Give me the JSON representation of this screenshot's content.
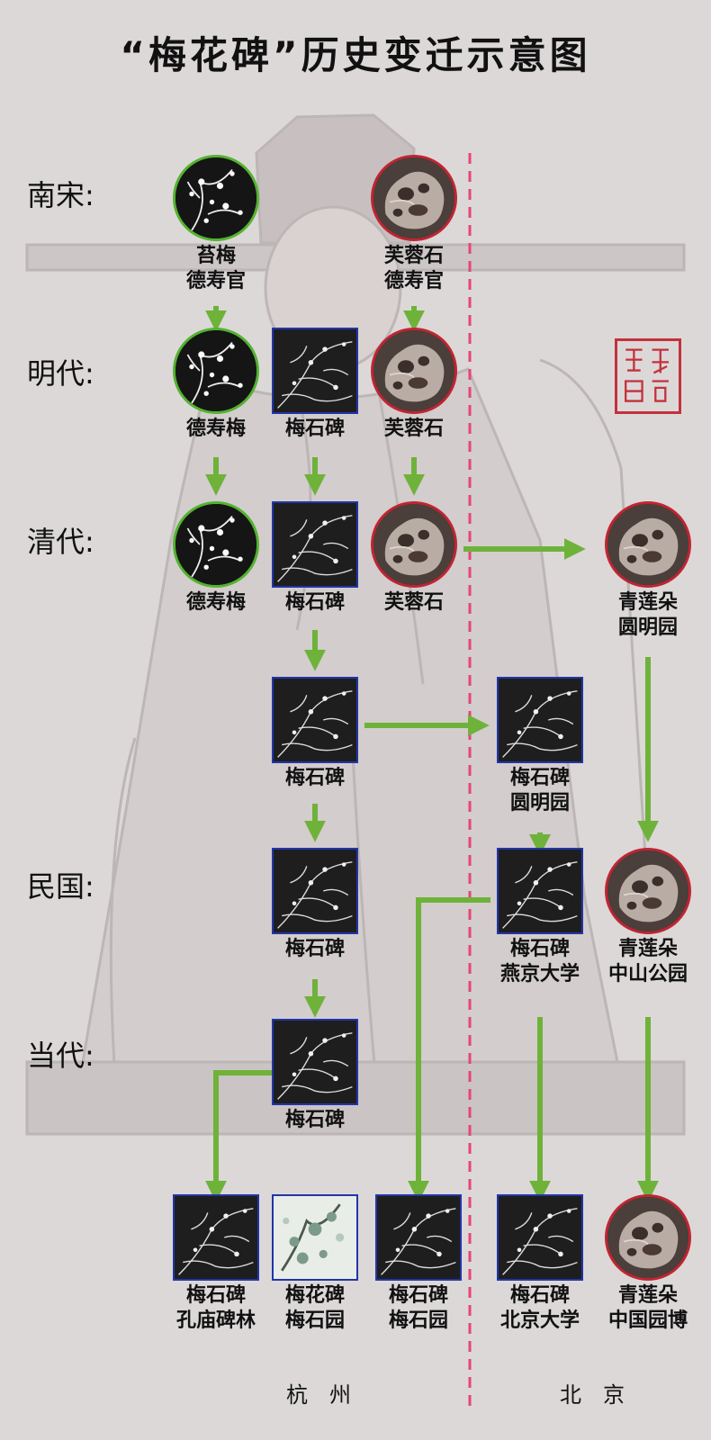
{
  "title": "“梅花碑”历史变迁示意图",
  "colors": {
    "arrow": "#6fb23a",
    "divider": "#e8447a",
    "plum_ring": "#53b32f",
    "rock_ring": "#c12432",
    "stele_border": "#2235a8",
    "seal": "#c4313b"
  },
  "eras": [
    "南宋:",
    "明代:",
    "清代:",
    "民国:",
    "当代:"
  ],
  "nodes": [
    {
      "kind": "plum-circle",
      "line1": "苔梅",
      "line2": "德寿官"
    },
    {
      "kind": "rock-circle",
      "line1": "芙蓉石",
      "line2": "德寿官"
    },
    {
      "kind": "plum-circle",
      "line1": "德寿梅",
      "line2": ""
    },
    {
      "kind": "stele-square",
      "line1": "梅石碑",
      "line2": ""
    },
    {
      "kind": "rock-circle",
      "line1": "芙蓉石",
      "line2": ""
    },
    {
      "kind": "plum-circle",
      "line1": "德寿梅",
      "line2": ""
    },
    {
      "kind": "stele-square",
      "line1": "梅石碑",
      "line2": ""
    },
    {
      "kind": "rock-circle",
      "line1": "芙蓉石",
      "line2": ""
    },
    {
      "kind": "rock-circle",
      "line1": "青莲朵",
      "line2": "圆明园"
    },
    {
      "kind": "stele-square",
      "line1": "梅石碑",
      "line2": ""
    },
    {
      "kind": "stele-square",
      "line1": "梅石碑",
      "line2": "圆明园"
    },
    {
      "kind": "stele-square",
      "line1": "梅石碑",
      "line2": ""
    },
    {
      "kind": "stele-square",
      "line1": "梅石碑",
      "line2": "燕京大学"
    },
    {
      "kind": "rock-circle",
      "line1": "青莲朵",
      "line2": "中山公园"
    },
    {
      "kind": "stele-square",
      "line1": "梅石碑",
      "line2": ""
    },
    {
      "kind": "stele-square",
      "line1": "梅石碑",
      "line2": "孔庙碑林"
    },
    {
      "kind": "painting-square",
      "line1": "梅花碑",
      "line2": "梅石园"
    },
    {
      "kind": "stele-square",
      "line1": "梅石碑",
      "line2": "梅石园"
    },
    {
      "kind": "stele-square",
      "line1": "梅石碑",
      "line2": "北京大学"
    },
    {
      "kind": "rock-circle",
      "line1": "青莲朵",
      "line2": "中国园博"
    }
  ],
  "locations": {
    "hangzhou": "杭　州",
    "beijing": "北　京"
  }
}
